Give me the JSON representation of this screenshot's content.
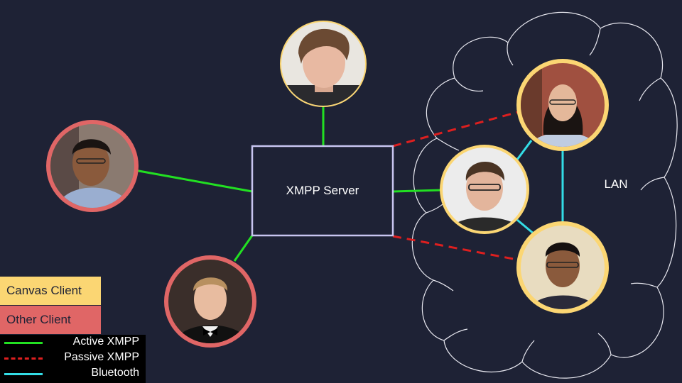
{
  "server": {
    "label": "XMPP Server"
  },
  "lan": {
    "label": "LAN"
  },
  "legend": {
    "canvas_client": "Canvas Client",
    "other_client": "Other Client",
    "active_xmpp": "Active XMPP",
    "passive_xmpp": "Passive XMPP",
    "bluetooth": "Bluetooth"
  },
  "colors": {
    "background": "#1e2235",
    "canvas_client": "#fbd673",
    "other_client": "#e06666",
    "active_xmpp": "#22e022",
    "passive_xmpp": "#dd1f1f",
    "bluetooth": "#33dde6",
    "server_border": "#c8c5f0"
  }
}
